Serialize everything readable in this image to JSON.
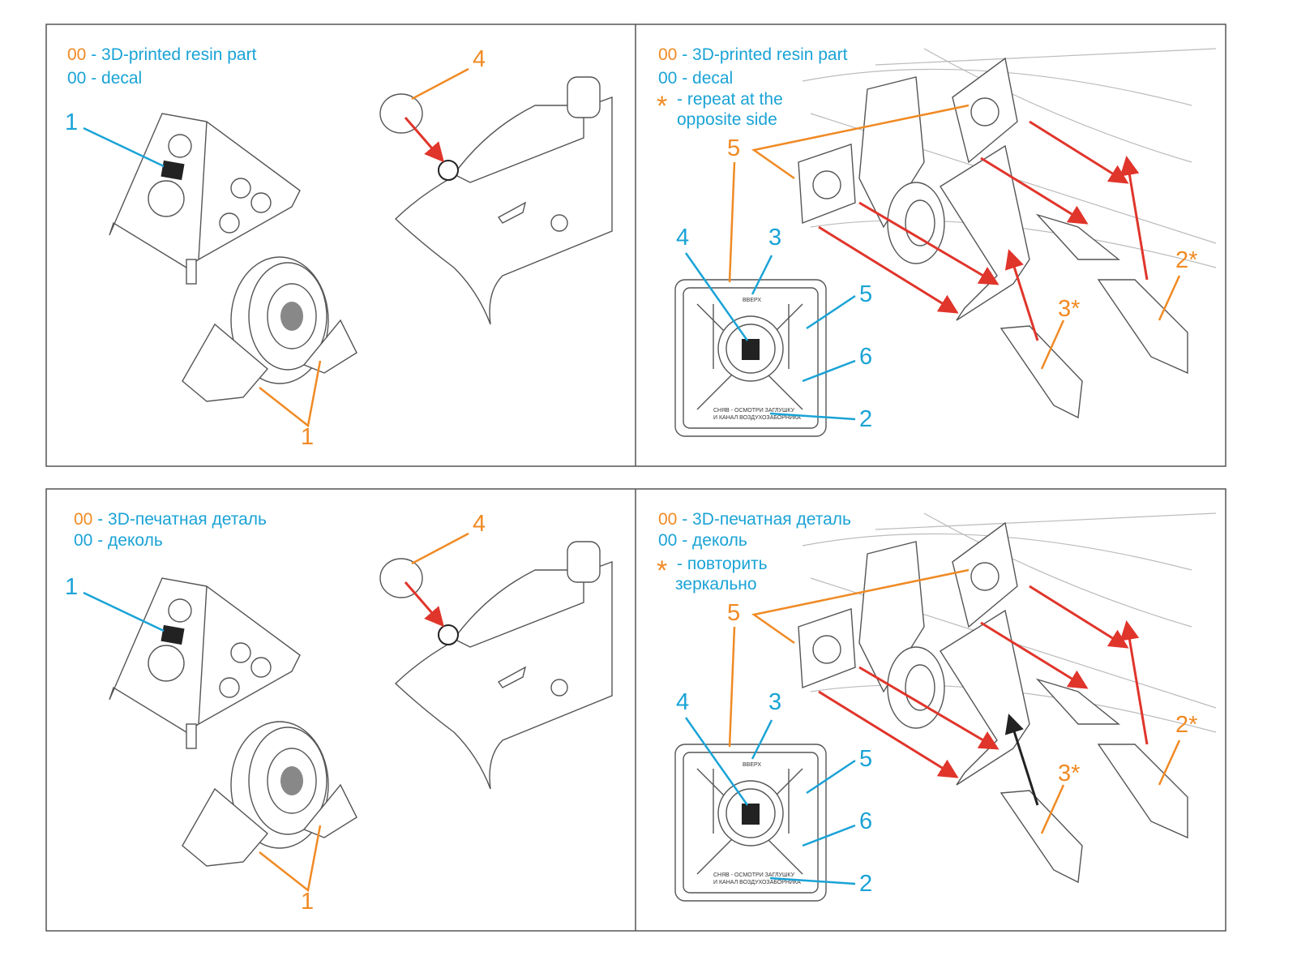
{
  "colors": {
    "resin": "#f08a24",
    "decal": "#1aa3d6",
    "arrow": "#e0352b",
    "arrow_alt": "#222222"
  },
  "panels": [
    {
      "lang": "en",
      "legend": {
        "resin_code": "00",
        "resin_label": " - 3D-printed resin part",
        "decal_label": "00 - decal"
      },
      "callouts": {
        "decal": "1",
        "resin_top": "4",
        "resin_bottom": "1"
      }
    },
    {
      "lang": "en",
      "legend": {
        "resin_code": "00",
        "resin_label": " - 3D-printed resin part",
        "decal_label": "00 - decal",
        "star": "*",
        "repeat_1": "- repeat at the",
        "repeat_2": "opposite side"
      },
      "callouts": {
        "c5o": "5",
        "c4": "4",
        "c3": "3",
        "c5b": "5",
        "c6": "6",
        "c2": "2",
        "c3s": "3",
        "c2s": "2",
        "star": "*"
      },
      "placard": {
        "top": "ВВЕРХ",
        "bottom_1": "СНЯВ - ОСМОТРИ ЗАГЛУШКУ",
        "bottom_2": "И КАНАЛ ВОЗДУХОЗАБОРНИКА"
      }
    },
    {
      "lang": "ru",
      "legend": {
        "resin_code": "00",
        "resin_label": " - 3D-печатная деталь",
        "decal_label": "00 - деколь"
      },
      "callouts": {
        "decal": "1",
        "resin_top": "4",
        "resin_bottom": "1"
      }
    },
    {
      "lang": "ru",
      "legend": {
        "resin_code": "00",
        "resin_label": " - 3D-печатная деталь",
        "decal_label": "00 - деколь",
        "star": "*",
        "repeat_1": "- повторить",
        "repeat_2": "зеркально"
      },
      "callouts": {
        "c5o": "5",
        "c4": "4",
        "c3": "3",
        "c5b": "5",
        "c6": "6",
        "c2": "2",
        "c3s": "3",
        "c2s": "2",
        "star": "*"
      },
      "placard": {
        "top": "ВВЕРХ",
        "bottom_1": "СНЯВ - ОСМОТРИ ЗАГЛУШКУ",
        "bottom_2": "И КАНАЛ ВОЗДУХОЗАБОРНИКА"
      }
    }
  ]
}
